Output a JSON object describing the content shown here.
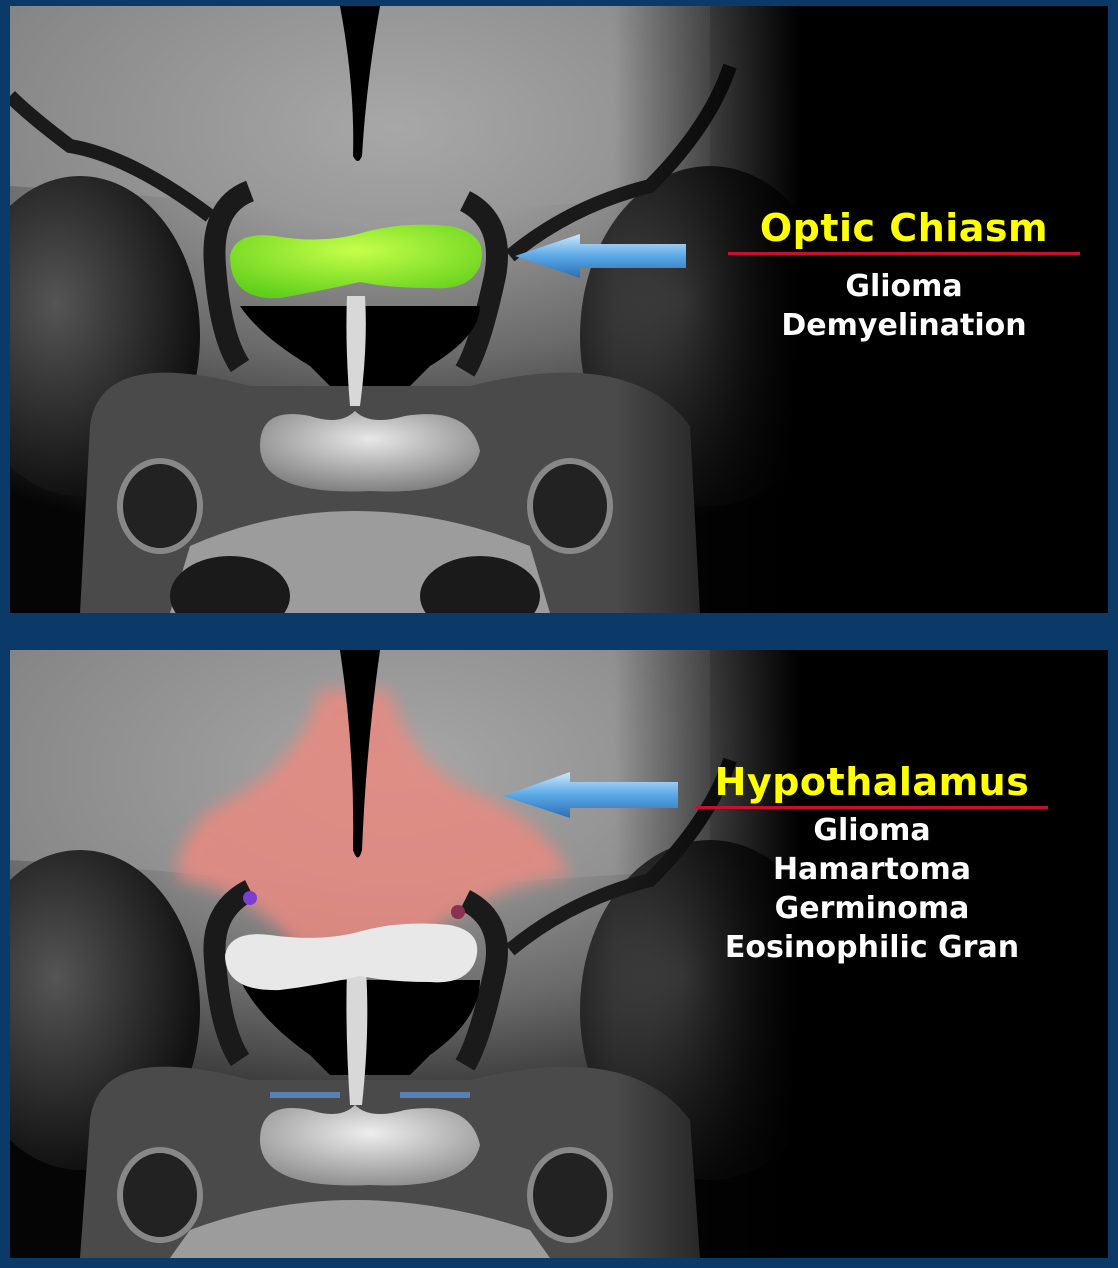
{
  "panels": [
    {
      "title": "Optic Chiasm",
      "items": [
        "Glioma",
        "Demyelination"
      ],
      "highlight_color": "#7fe62a"
    },
    {
      "title": "Hypothalamus",
      "items": [
        "Glioma",
        "Hamartoma",
        "Germinoma",
        "Eosinophilic Gran"
      ],
      "highlight_color": "#e88a80"
    }
  ],
  "colors": {
    "title": "#ffff00",
    "underline": "#c8102e",
    "arrow": "#4fa3e0",
    "frame": "#0b3a68"
  },
  "icons": [
    "left-arrow-icon"
  ]
}
